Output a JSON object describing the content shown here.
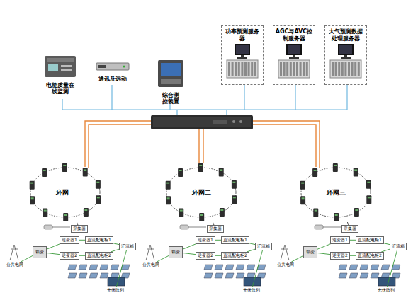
{
  "diagram": {
    "nodes": [
      {
        "text": [
          "电能质量在线监测"
        ]
      },
      {
        "text": [
          "通讯及远动"
        ]
      },
      {
        "text": [
          "综合测控装置"
        ]
      },
      {
        "text": [
          "功率预测服务器"
        ]
      },
      {
        "text": [
          "AGC与AVC控制服务器"
        ]
      },
      {
        "text": [
          "大气预测数据处理服务器"
        ]
      },
      {
        "text": [
          "环网一"
        ]
      },
      {
        "text": [
          "环网二"
        ]
      },
      {
        "text": [
          "环网三"
        ]
      },
      {
        "text": [
          "采集器"
        ]
      },
      {
        "text": [
          "公共电网"
        ]
      },
      {
        "text": [
          "箱变"
        ]
      },
      {
        "text": [
          "逆变器1"
        ]
      },
      {
        "text": [
          "逆变器2"
        ]
      },
      {
        "text": [
          "直流配电柜1"
        ]
      },
      {
        "text": [
          "直流配电柜2"
        ]
      },
      {
        "text": [
          "汇流箱"
        ]
      },
      {
        "text": [
          "光伏阵列"
        ]
      },
      {
        "text": [
          "采集器"
        ]
      },
      {
        "text": [
          "公共电网"
        ]
      },
      {
        "text": [
          "箱变"
        ]
      },
      {
        "text": [
          "逆变器1"
        ]
      },
      {
        "text": [
          "逆变器2"
        ]
      },
      {
        "text": [
          "直流配电柜1"
        ]
      },
      {
        "text": [
          "直流配电柜2"
        ]
      },
      {
        "text": [
          "汇流箱"
        ]
      },
      {
        "text": [
          "光伏阵列"
        ]
      },
      {
        "text": [
          "采集器"
        ]
      },
      {
        "text": [
          "公共电网"
        ]
      },
      {
        "text": [
          "箱变"
        ]
      },
      {
        "text": [
          "逆变器1"
        ]
      },
      {
        "text": [
          "逆变器2"
        ]
      },
      {
        "text": [
          "直流配电柜1"
        ]
      },
      {
        "text": [
          "直流配电柜2"
        ]
      },
      {
        "text": [
          "汇流箱"
        ]
      },
      {
        "text": [
          "光伏阵列"
        ]
      }
    ],
    "edges": [
      {
        "from": 6,
        "to": 9,
        "arrow": "none"
      },
      {
        "from": 10,
        "to": 11,
        "arrow": "none"
      },
      {
        "from": 11,
        "to": 12,
        "arrow": "none"
      },
      {
        "from": 11,
        "to": 13,
        "arrow": "none"
      },
      {
        "from": 12,
        "to": 14,
        "arrow": "none"
      },
      {
        "from": 13,
        "to": 15,
        "arrow": "none"
      },
      {
        "from": 14,
        "to": 16,
        "arrow": "none"
      },
      {
        "from": 15,
        "to": 16,
        "arrow": "none"
      },
      {
        "from": 16,
        "to": 17,
        "arrow": "none"
      },
      {
        "from": 7,
        "to": 18,
        "arrow": "none"
      },
      {
        "from": 19,
        "to": 20,
        "arrow": "none"
      },
      {
        "from": 20,
        "to": 21,
        "arrow": "none"
      },
      {
        "from": 20,
        "to": 22,
        "arrow": "none"
      },
      {
        "from": 21,
        "to": 23,
        "arrow": "none"
      },
      {
        "from": 22,
        "to": 24,
        "arrow": "none"
      },
      {
        "from": 23,
        "to": 25,
        "arrow": "none"
      },
      {
        "from": 24,
        "to": 25,
        "arrow": "none"
      },
      {
        "from": 25,
        "to": 26,
        "arrow": "none"
      },
      {
        "from": 8,
        "to": 27,
        "arrow": "none"
      },
      {
        "from": 28,
        "to": 29,
        "arrow": "none"
      },
      {
        "from": 29,
        "to": 30,
        "arrow": "none"
      },
      {
        "from": 29,
        "to": 31,
        "arrow": "none"
      },
      {
        "from": 30,
        "to": 32,
        "arrow": "none"
      },
      {
        "from": 31,
        "to": 33,
        "arrow": "none"
      },
      {
        "from": 32,
        "to": 34,
        "arrow": "none"
      },
      {
        "from": 33,
        "to": 34,
        "arrow": "none"
      },
      {
        "from": 34,
        "to": 35,
        "arrow": "none"
      }
    ]
  }
}
